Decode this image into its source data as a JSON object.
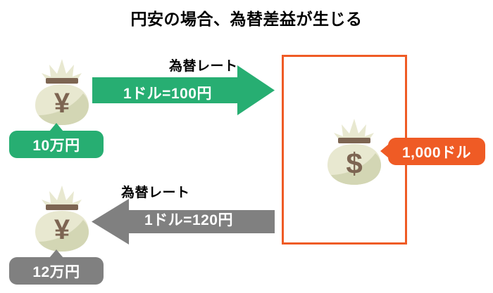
{
  "title": "円安の場合、為替差益が生じる",
  "colors": {
    "green": "#27ae72",
    "gray": "#808080",
    "orange": "#ef5b25",
    "bag_body": "#e8e8d0",
    "bag_shadow": "#d3d6b4",
    "bag_tie": "#7d6552",
    "text_dark": "#000000",
    "text_light": "#ffffff",
    "background": "#ffffff"
  },
  "flows": {
    "outbound": {
      "caption": "為替レート",
      "rate_label": "1ドル=100円",
      "direction": "right",
      "color": "#27ae72"
    },
    "inbound": {
      "caption": "為替レート",
      "rate_label": "1ドル=120円",
      "direction": "left",
      "color": "#808080"
    }
  },
  "amounts": {
    "yen_before": "10万円",
    "yen_after": "12万円",
    "dollars": "1,000ドル"
  },
  "bags": {
    "yen_before_symbol": "¥",
    "yen_after_symbol": "¥",
    "dollar_symbol": "$"
  },
  "icons": {
    "yen_bag": "money-bag-yen-icon",
    "dollar_bag": "money-bag-dollar-icon"
  }
}
